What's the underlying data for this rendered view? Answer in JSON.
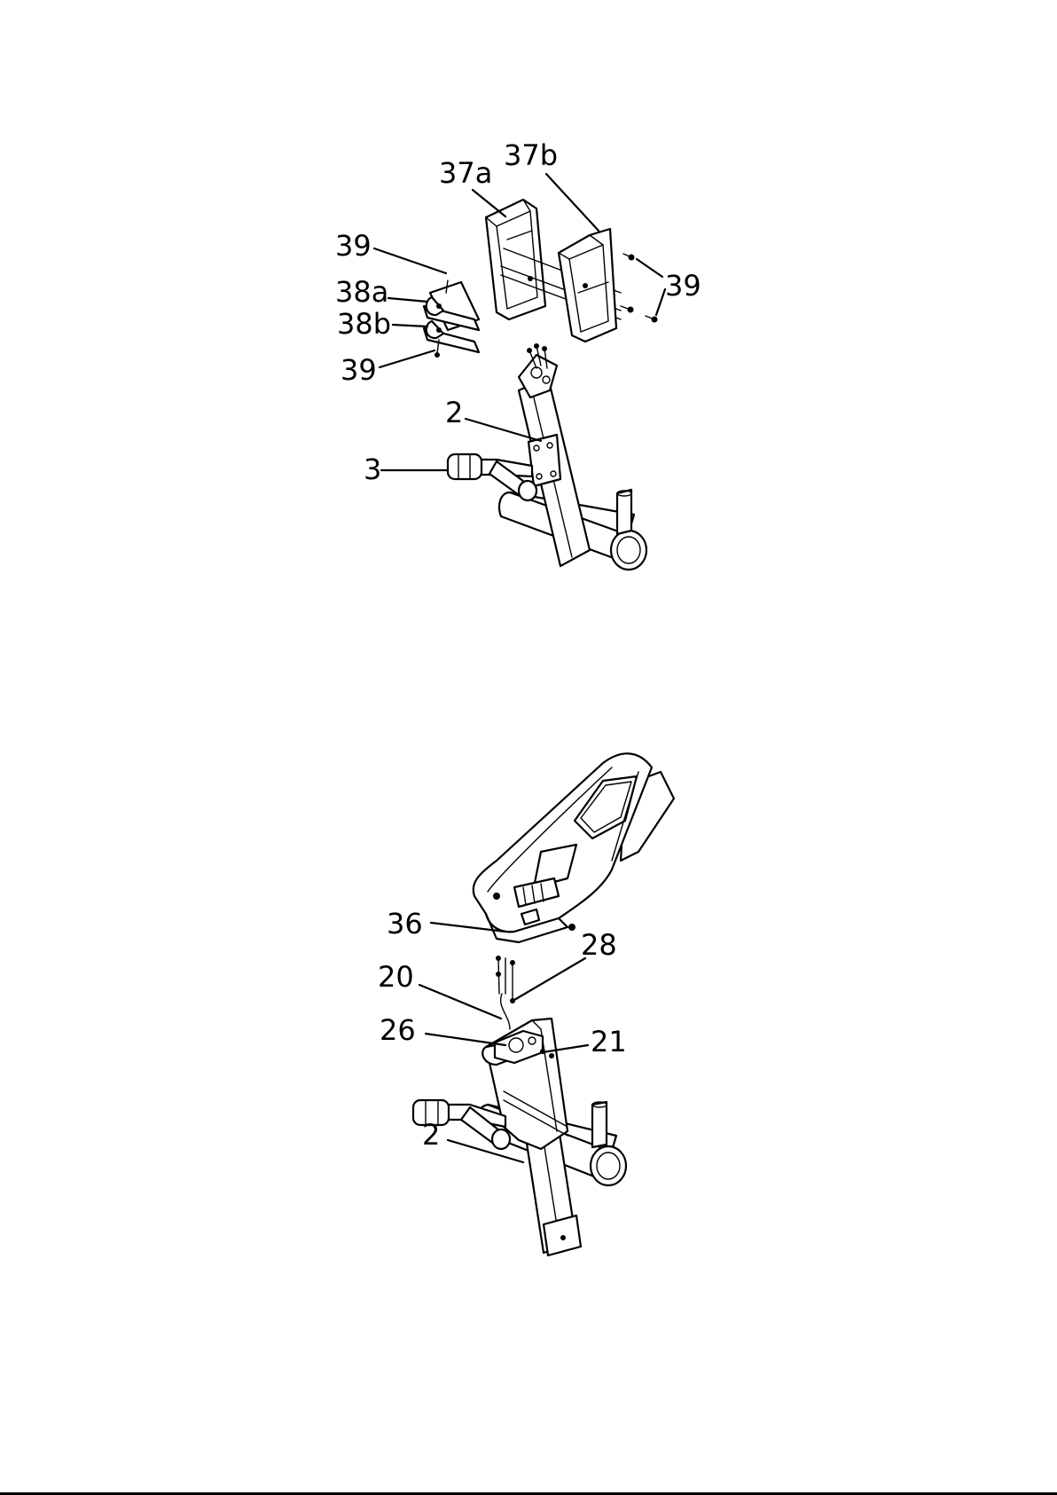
{
  "upper_view": {
    "callouts": {
      "c37a": "37a",
      "c37b": "37b",
      "c39_top_left": "39",
      "c38a": "38a",
      "c38b": "38b",
      "c39_bottom_left": "39",
      "c39_right": "39",
      "c2": "2",
      "c3": "3"
    }
  },
  "lower_view": {
    "callouts": {
      "c36": "36",
      "c28": "28",
      "c20": "20",
      "c26": "26",
      "c21": "21",
      "c2": "2"
    }
  }
}
